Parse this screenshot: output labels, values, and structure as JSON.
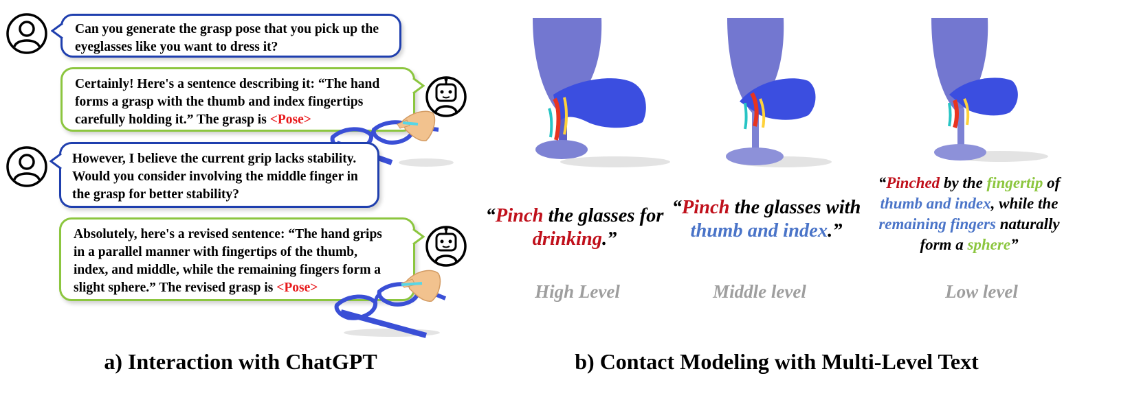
{
  "panel_a": {
    "caption": "a) Interaction with ChatGPT",
    "messages": [
      {
        "role": "user",
        "lines": [
          "Can you generate the grasp pose that you pick up the",
          "eyeglasses like you want to dress it?"
        ]
      },
      {
        "role": "assistant",
        "lines": [
          "Certainly! Here's a sentence describing it: “The hand",
          "forms a grasp with the thumb and index fingertips",
          "carefully holding it.” The grasp is "
        ],
        "pose_tag": "<Pose>"
      },
      {
        "role": "user",
        "lines": [
          "However, I believe the current grip lacks stability.",
          "Would you consider involving the middle finger in",
          "the grasp for better stability?"
        ]
      },
      {
        "role": "assistant",
        "lines": [
          "Absolutely, here's a revised sentence: “The hand grips",
          "in a parallel manner with fingertips of the thumb,",
          "index, and middle, while the remaining fingers form a",
          "slight sphere.” The revised grasp is "
        ],
        "pose_tag": "<Pose>"
      }
    ]
  },
  "panel_b": {
    "caption": "b) Contact Modeling with Multi-Level Text",
    "high": {
      "open": "“",
      "w1": "Pinch",
      "w2": " the glasses for",
      "w3": "drinking",
      "close": ".”",
      "level": "High Level"
    },
    "middle": {
      "open": "“",
      "w1": "Pinch",
      "w2": " the glasses with",
      "w3": "thumb and index",
      "close": ".”",
      "level": "Middle level"
    },
    "low": {
      "open": "“",
      "w1": "Pinched",
      "w2": " by the ",
      "w3": "fingertip",
      "w4": " of",
      "w5": "thumb and index",
      "w6": ", while the",
      "w7": "remaining fingers",
      "w8": " naturally",
      "w9": "form a ",
      "w10": "sphere",
      "close": "”",
      "level": "Low level"
    }
  },
  "colors": {
    "user_border": "#1f3fae",
    "assistant_border": "#8cc63f",
    "pose": "#e8191b",
    "red_text": "#c0101b",
    "blue_text": "#4a74c8",
    "green_text": "#8cc63f",
    "level_text": "#9e9e9e"
  }
}
